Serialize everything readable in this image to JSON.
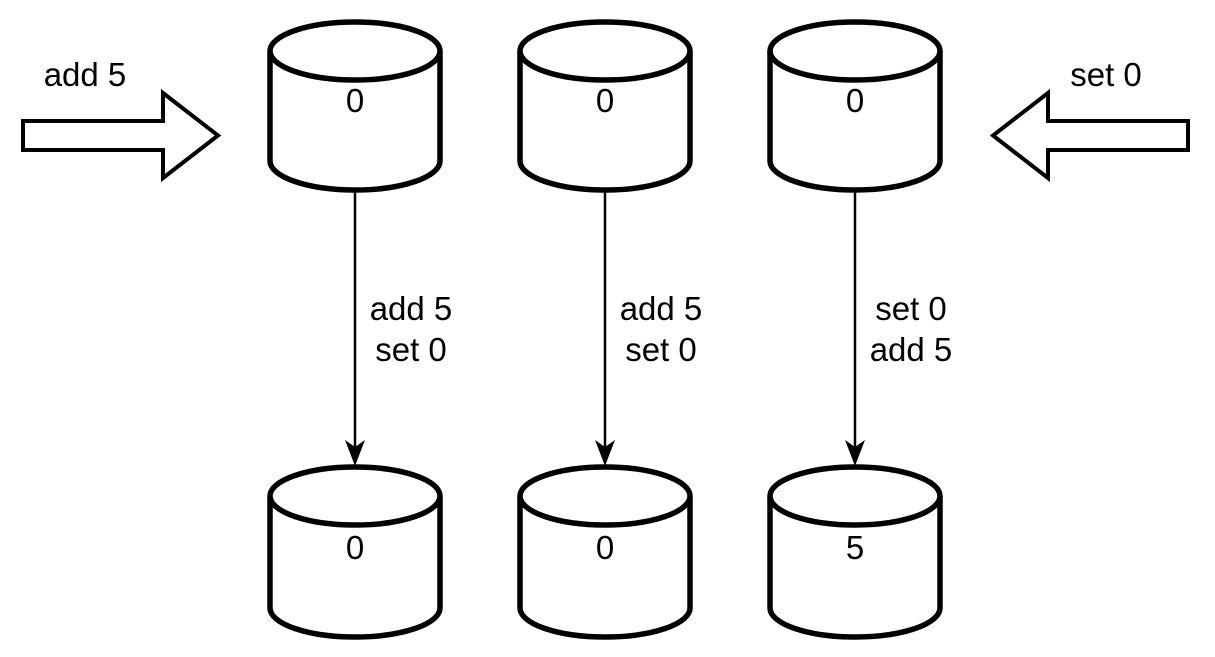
{
  "diagram": {
    "background_color": "#ffffff",
    "stroke_color": "#000000",
    "left_block_arrow": {
      "label": "add 5",
      "direction": "right"
    },
    "right_block_arrow": {
      "label": "set 0",
      "direction": "left"
    },
    "columns": [
      {
        "top_value": "0",
        "bottom_value": "0",
        "edge_label_line1": "add 5",
        "edge_label_line2": "set 0"
      },
      {
        "top_value": "0",
        "bottom_value": "0",
        "edge_label_line1": "add 5",
        "edge_label_line2": "set 0"
      },
      {
        "top_value": "0",
        "bottom_value": "5",
        "edge_label_line1": "set 0",
        "edge_label_line2": "add 5"
      }
    ]
  }
}
